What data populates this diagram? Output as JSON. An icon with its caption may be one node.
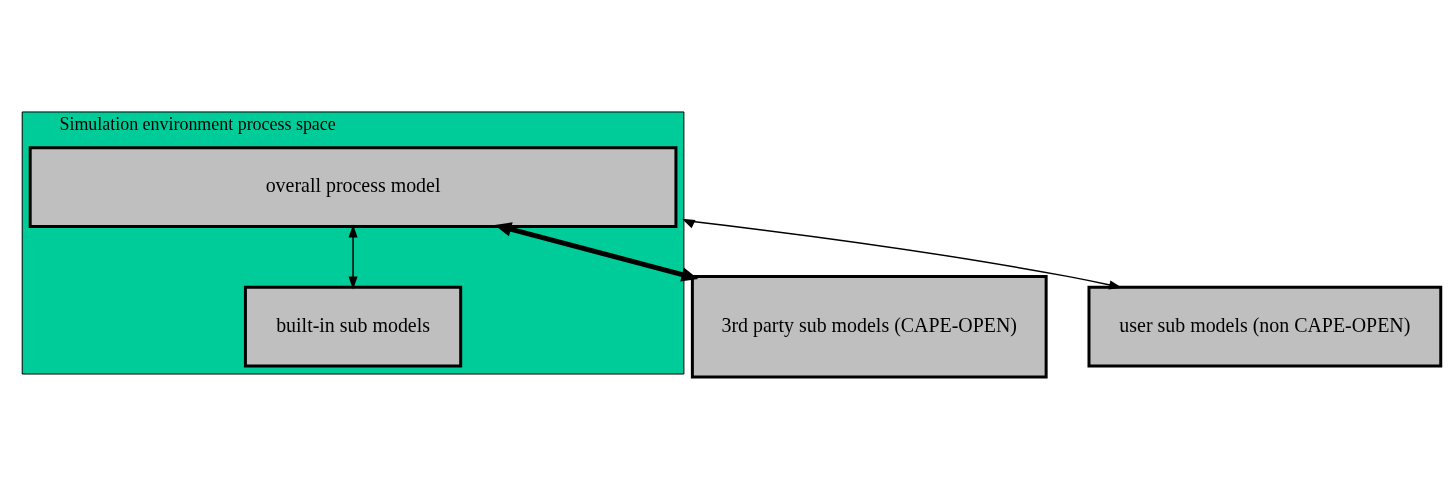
{
  "diagram": {
    "nodes": [
      {
        "text": [
          "Simulation environment process space"
        ]
      },
      {
        "text": [
          "overall process model"
        ],
        "in": 0
      },
      {
        "text": [
          "built-in sub models"
        ],
        "in": 0
      },
      {
        "text": [
          "3rd party sub models (CAPE-OPEN)"
        ]
      },
      {
        "text": [
          "user sub models (non CAPE-OPEN)"
        ]
      }
    ],
    "edges": [
      {
        "from": 1,
        "to": 2,
        "arrow": "both"
      },
      {
        "from": 1,
        "to": 3,
        "arrow": "both",
        "style": "thick"
      },
      {
        "from": 0,
        "to": 4,
        "arrow": "both"
      }
    ]
  }
}
